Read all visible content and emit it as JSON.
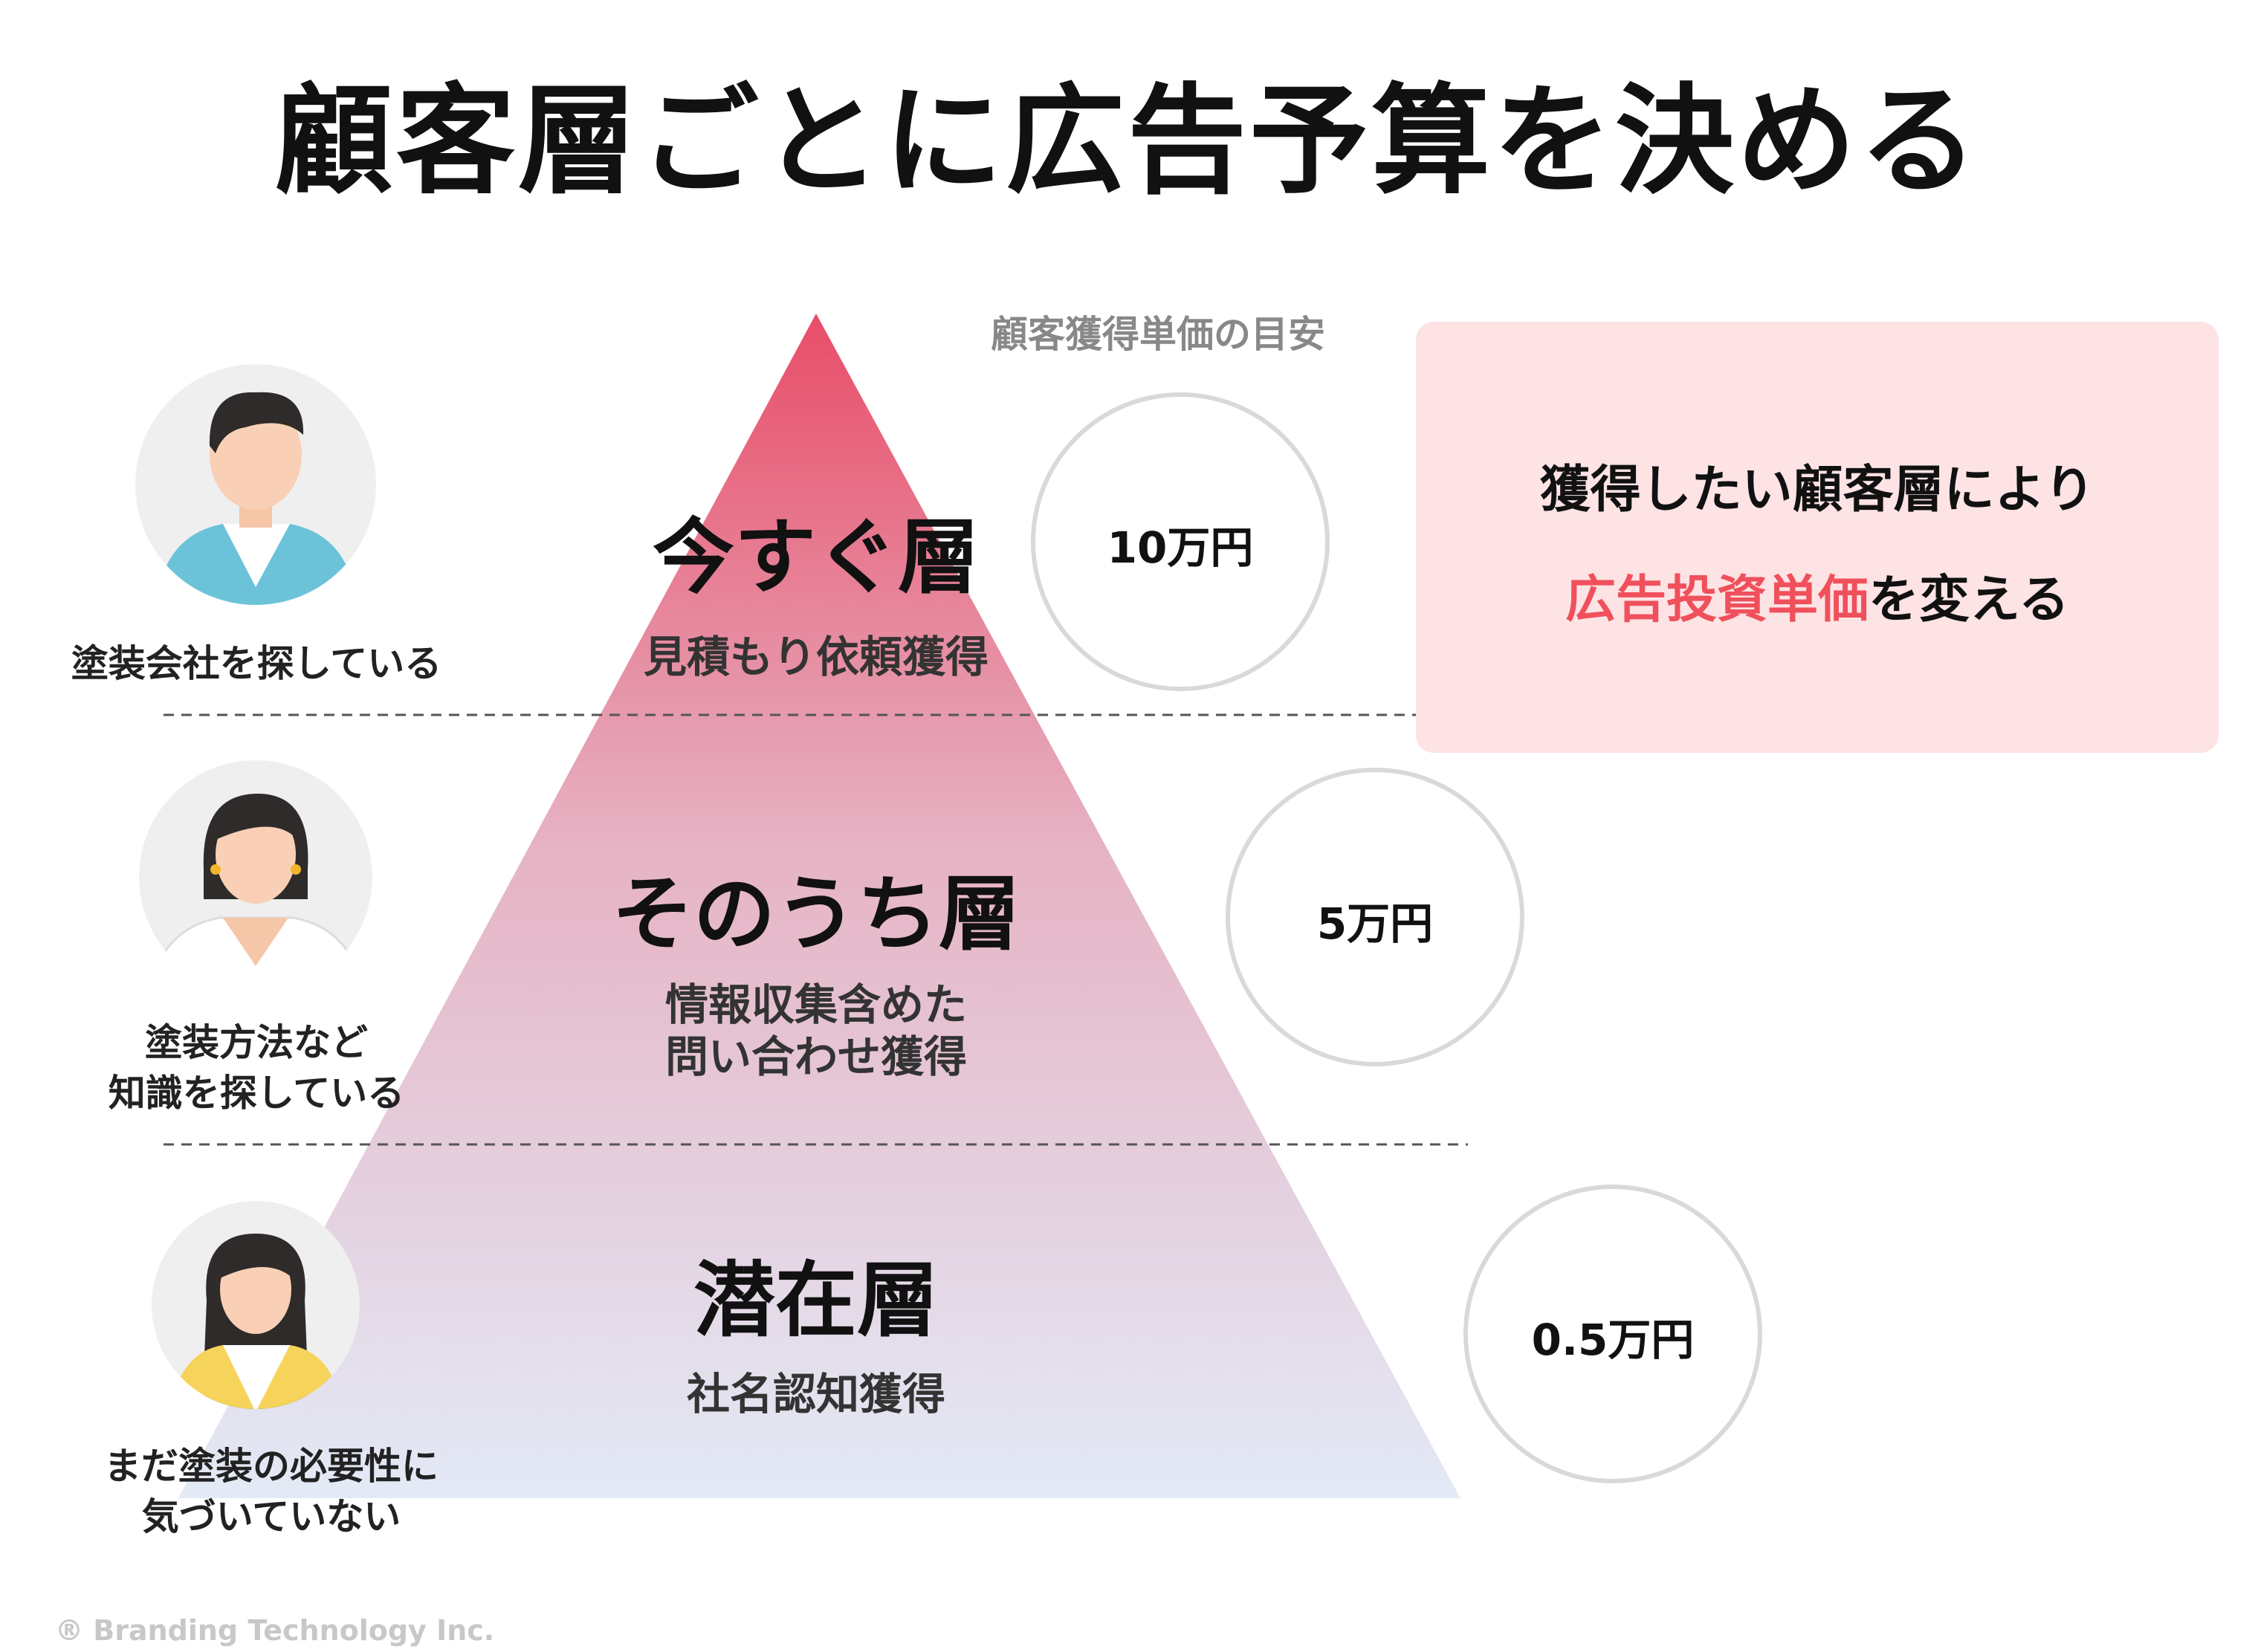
{
  "title": "顧客層ごとに広告予算を決める",
  "cost_header": "顧客獲得単価の目安",
  "tiers": [
    {
      "name": "今すぐ層",
      "goal": "見積もり依頼獲得",
      "cost": "10万円",
      "persona_label": "塗装会社を探している"
    },
    {
      "name": "そのうち層",
      "goal": "情報収集含めた\n問い合わせ獲得",
      "cost": "5万円",
      "persona_label": "塗装方法など\n知識を探している"
    },
    {
      "name": "潜在層",
      "goal": "社名認知獲得",
      "cost": "0.5万円",
      "persona_label": "まだ塗装の必要性に\n気づいていない"
    }
  ],
  "callout": {
    "line1": "獲得したい顧客層により",
    "line2_highlight": "広告投資単価",
    "line2_rest": "を変える"
  },
  "credit": "® Branding Technology Inc.",
  "colors": {
    "pyramid_top": "#e84d68",
    "pyramid_bottom": "#e3eaf6",
    "highlight": "#f0505c",
    "callout_bg": "#fde3e4",
    "circle_border": "#d9d9d9"
  }
}
